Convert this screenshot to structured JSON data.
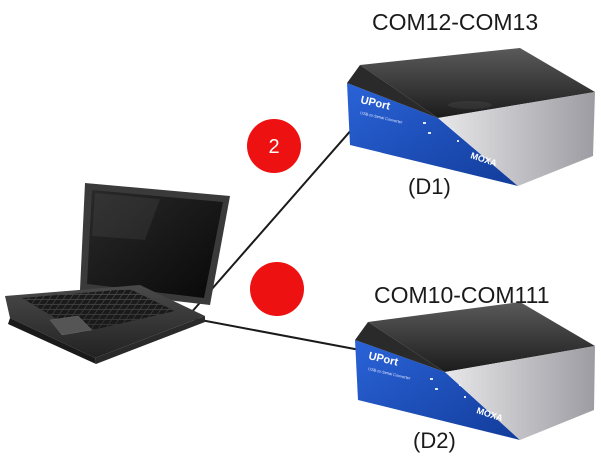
{
  "devices": [
    {
      "ports": "COM12-COM13",
      "tag": "(D1)",
      "brand": "UPort",
      "maker": "MOXA"
    },
    {
      "ports": "COM10-COM111",
      "tag": "(D2)",
      "brand": "UPort",
      "maker": "MOXA"
    }
  ],
  "markers": [
    {
      "label": "2",
      "color": "#ee1111"
    },
    {
      "label": "",
      "color": "#ee1111"
    }
  ],
  "colors": {
    "device_panel": "#1a4fbf",
    "device_top": "#2b2b2b",
    "device_side": "#c9c9cc",
    "laptop_body": "#3a3a3a",
    "cable": "#1a1a1a"
  }
}
